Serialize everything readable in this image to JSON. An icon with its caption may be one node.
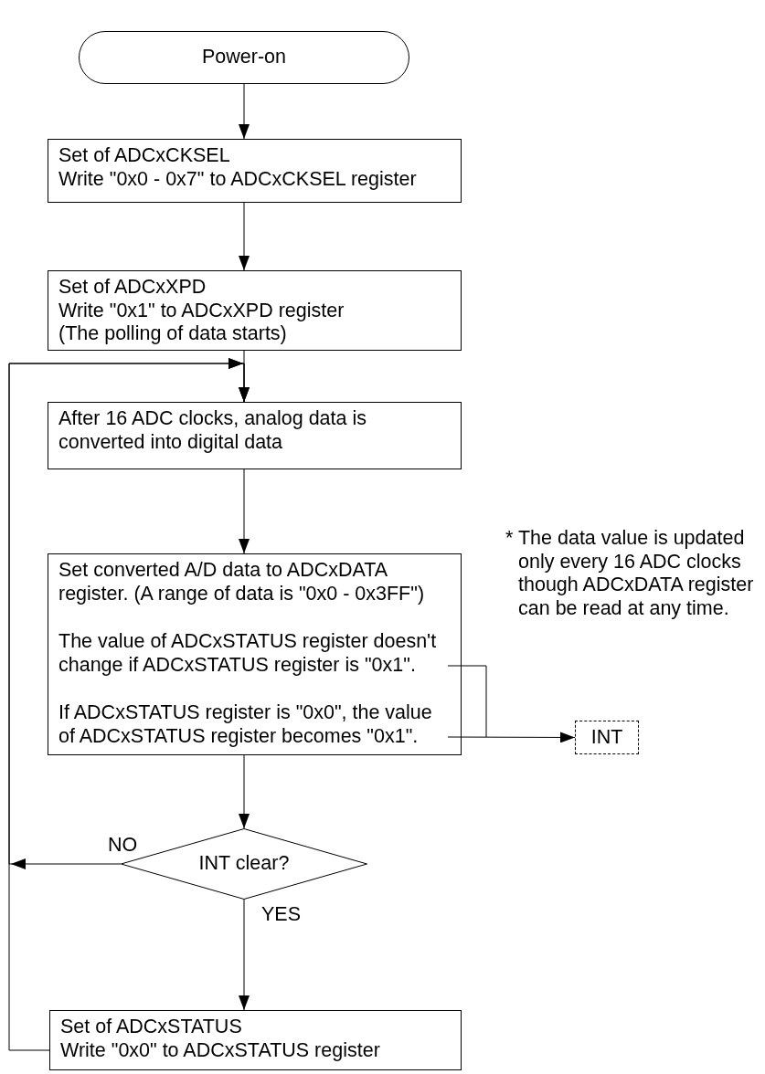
{
  "diagram": {
    "nodes": [
      {
        "text": [
          "Power-on"
        ]
      },
      {
        "text": [
          "Set of ADCxCKSEL",
          "Write \"0x0 - 0x7\" to ADCxCKSEL register"
        ]
      },
      {
        "text": [
          "Set of ADCxXPD",
          "Write \"0x1\" to ADCxXPD register",
          "(The polling of data starts)"
        ]
      },
      {
        "text": [
          "After 16 ADC clocks, analog data is converted into digital data"
        ]
      },
      {
        "text": [
          "Set converted A/D data to ADCxDATA register. (A range of data is \"0x0 - 0x3FF\")",
          "The value of ADCxSTATUS register doesn't change if ADCxSTATUS register is \"0x1\".",
          "If ADCxSTATUS register is \"0x0\", the value of ADCxSTATUS register becomes \"0x1\"."
        ]
      },
      {
        "text": [
          "INT"
        ]
      },
      {
        "text": [
          "INT clear?"
        ]
      },
      {
        "text": [
          "Set of ADCxSTATUS",
          "Write \"0x0\" to ADCxSTATUS register"
        ]
      }
    ],
    "edges": [
      {
        "from": 0,
        "to": 1,
        "arrow": "to"
      },
      {
        "from": 1,
        "to": 2,
        "arrow": "to"
      },
      {
        "from": 2,
        "to": 3,
        "arrow": "to"
      },
      {
        "from": 3,
        "to": 4,
        "arrow": "to"
      },
      {
        "from": 4,
        "to": 5,
        "arrow": "to"
      },
      {
        "from": 4,
        "to": 6,
        "arrow": "to"
      },
      {
        "from": 6,
        "to": 3,
        "arrow": "to",
        "label": "NO"
      },
      {
        "from": 6,
        "to": 7,
        "arrow": "to",
        "label": "YES"
      },
      {
        "from": 7,
        "to": 3,
        "arrow": "to"
      }
    ],
    "labels": [
      "* The data value is updated only every 16 ADC clocks though ADCxDATA register can be read at any time."
    ]
  }
}
